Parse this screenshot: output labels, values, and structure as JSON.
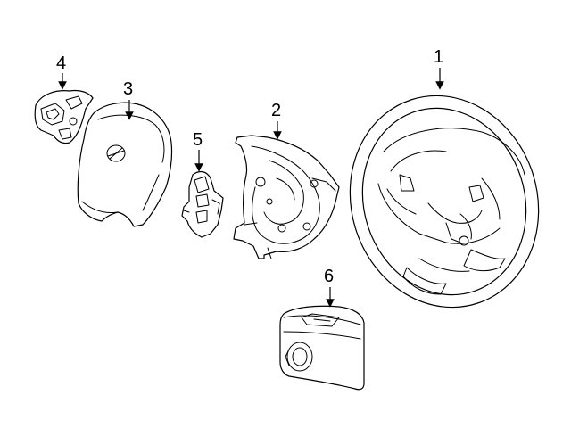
{
  "callouts": [
    {
      "id": "1",
      "label": "1",
      "part": "steering-wheel"
    },
    {
      "id": "2",
      "label": "2",
      "part": "clock-spring"
    },
    {
      "id": "3",
      "label": "3",
      "part": "driver-airbag"
    },
    {
      "id": "4",
      "label": "4",
      "part": "left-control-switch"
    },
    {
      "id": "5",
      "label": "5",
      "part": "right-control-switch"
    },
    {
      "id": "6",
      "label": "6",
      "part": "horn-pad-module"
    }
  ]
}
